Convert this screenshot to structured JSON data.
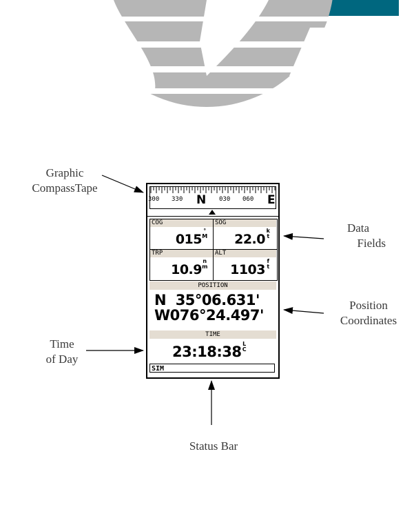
{
  "callouts": {
    "compass": [
      "Graphic",
      "CompassTape"
    ],
    "data_fields": [
      "Data",
      "Fields"
    ],
    "position": [
      "Position",
      "Coordinates"
    ],
    "time": [
      "Time",
      "of Day"
    ],
    "status": "Status Bar"
  },
  "compass": {
    "labels": [
      "300",
      "330",
      "N",
      "030",
      "060",
      "E"
    ]
  },
  "fields": [
    {
      "label": "COG",
      "value": "015",
      "unit_top": "°",
      "unit_bottom": "M"
    },
    {
      "label": "SOG",
      "value": "22.0",
      "unit_top": "k",
      "unit_bottom": "t"
    },
    {
      "label": "TRP",
      "value": "10.9",
      "unit_top": "n",
      "unit_bottom": "m"
    },
    {
      "label": "ALT",
      "value": "1103",
      "unit_top": "f",
      "unit_bottom": "t"
    }
  ],
  "position": {
    "label": "POSITION",
    "lat": "N  35°06.631'",
    "lon": "W076°24.497'"
  },
  "time": {
    "label": "TIME",
    "value": "23:18:38",
    "unit_top": "L",
    "unit_bottom": "C"
  },
  "status": "SIM",
  "colors": {
    "header_bar": "#00677f",
    "globe": "#b6b6b6",
    "label_bg": "#e4ddd2"
  }
}
